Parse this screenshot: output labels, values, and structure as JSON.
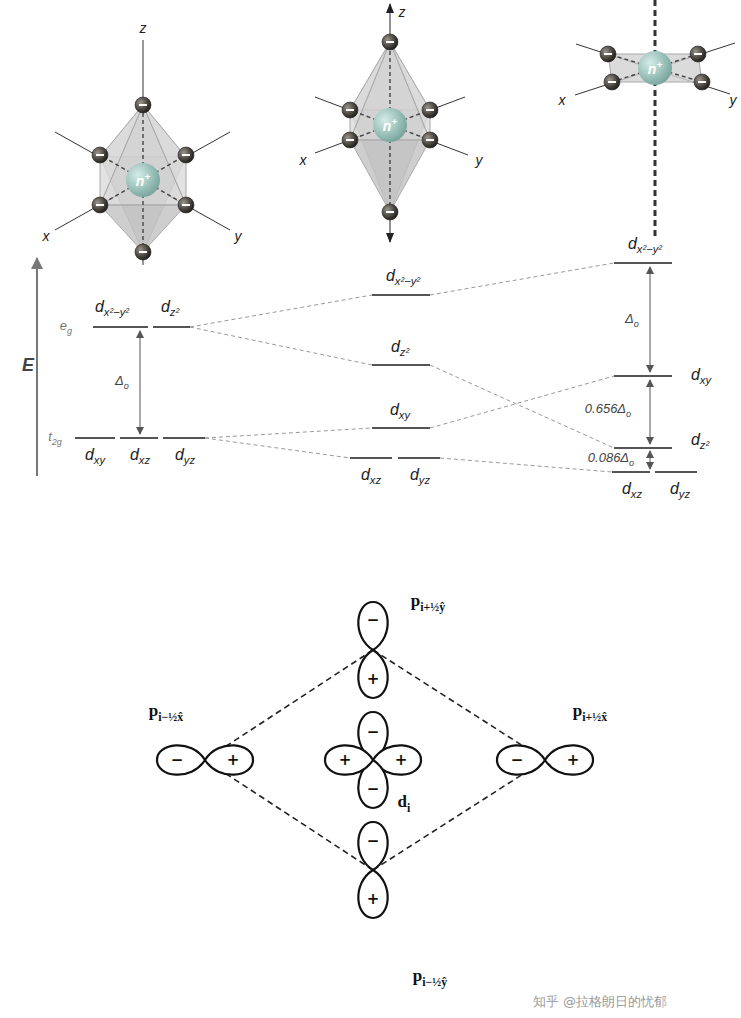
{
  "diagram": {
    "nodes": [
      {
        "text": [
          "n+"
        ]
      },
      {
        "text": [
          "n+"
        ]
      },
      {
        "text": [
          "n+"
        ]
      }
    ],
    "labels": [
      "z",
      "x",
      "y",
      "z",
      "x",
      "y",
      "x",
      "y",
      "E",
      "eg",
      "dx²−y²",
      "dz²",
      "Δo",
      "t2g",
      "dxy",
      "dxz",
      "dyz",
      "dx²−y²",
      "dz²",
      "dxy",
      "dxz",
      "dyz",
      "dx²−y²",
      "Δo",
      "dxy",
      "0.656Δo",
      "dz²",
      "0.086Δo",
      "dxz",
      "dyz",
      "pi+½ŷ",
      "−",
      "+",
      "pi−½x̂",
      "−",
      "+",
      "+",
      "−",
      "+",
      "−",
      "di",
      "pi+½x̂",
      "−",
      "+",
      "−",
      "+",
      "pi−½ŷ",
      "知乎 @拉格朗日的忧郁"
    ]
  }
}
